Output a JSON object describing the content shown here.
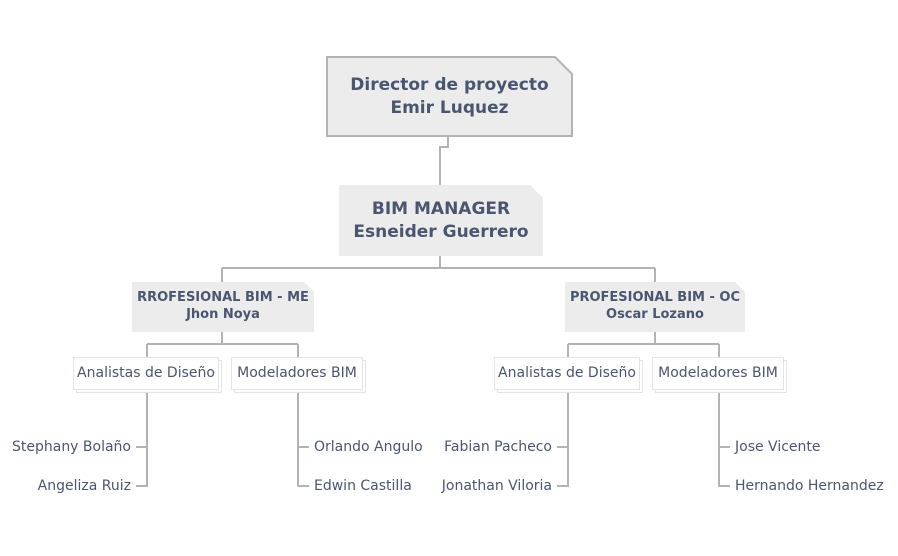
{
  "director": {
    "title": "Director de proyecto",
    "name": "Emir Luquez"
  },
  "bim_manager": {
    "title": "BIM MANAGER",
    "name": "Esneider Guerrero"
  },
  "branches": [
    {
      "title": "RROFESIONAL BIM - ME",
      "name": "Jhon Noya",
      "groups": [
        {
          "label": "Analistas de Diseño",
          "members": [
            "Stephany Bolaño",
            "Angeliza Ruiz"
          ]
        },
        {
          "label": "Modeladores BIM",
          "members": [
            "Orlando Angulo",
            "Edwin Castilla"
          ]
        }
      ]
    },
    {
      "title": "PROFESIONAL BIM - OC",
      "name": "Oscar Lozano",
      "groups": [
        {
          "label": "Analistas de Diseño",
          "members": [
            "Fabian Pacheco",
            "Jonathan Viloria"
          ]
        },
        {
          "label": "Modeladores BIM",
          "members": [
            "Jose Vicente",
            "Hernando Hernandez"
          ]
        }
      ]
    }
  ],
  "colors": {
    "node_fill": "#ececec",
    "node_border": "#b3b3b3",
    "line": "#b3b3b3",
    "text": "#4a5670"
  }
}
